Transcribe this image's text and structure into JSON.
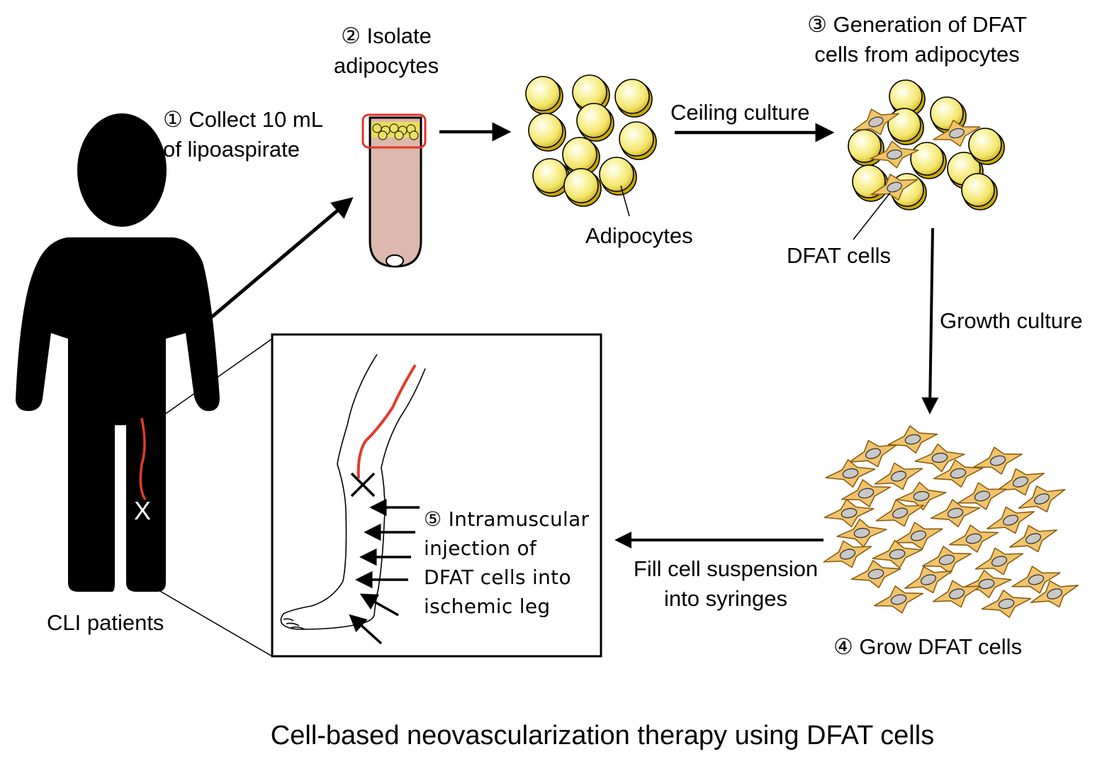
{
  "title": "Cell-based neovascularization therapy using DFAT cells",
  "steps": {
    "step1": [
      "① Collect 10 mL",
      "of lipoaspirate"
    ],
    "step2": [
      "② Isolate",
      "adipocytes"
    ],
    "step3": [
      "③ Generation of DFAT",
      "cells from adipocytes"
    ],
    "step4": "④ Grow DFAT cells",
    "step5": [
      "⑤ Intramuscular",
      "injection of",
      "DFAT cells into",
      "ischemic leg"
    ]
  },
  "labels": {
    "adipocytes": "Adipocytes",
    "dfat_cells": "DFAT cells",
    "cli_patients": "CLI patients",
    "occlusion_mark": "X"
  },
  "arrows": {
    "ceiling_culture": "Ceiling culture",
    "growth_culture": "Growth culture",
    "fill_syringes": [
      "Fill cell suspension",
      "into syringes"
    ]
  },
  "colors": {
    "adipocyte_fill": "#f7ef8a",
    "adipocyte_shadow": "#c9a800",
    "dfat_cell": "#f2c46b",
    "dfat_outline": "#8a5c10",
    "nucleus": "#c8c8c8",
    "tube_fill": "#dcb8ad",
    "highlight_box": "#e0352b",
    "artery": "#e23b2b",
    "silhouette": "#000000"
  }
}
